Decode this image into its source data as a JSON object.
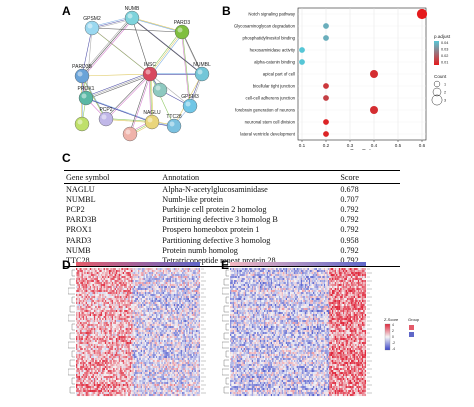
{
  "panels": {
    "a": "A",
    "b": "B",
    "c": "C",
    "d": "D",
    "e": "E"
  },
  "network": {
    "nodes": [
      {
        "label": "NUMB",
        "color": "#7ed3dc"
      },
      {
        "label": "GPSM2",
        "color": "#9ad8f0"
      },
      {
        "label": "PARD3",
        "color": "#7fbf3f"
      },
      {
        "label": "PARD3B",
        "color": "#6aa3d8"
      },
      {
        "label": "INSC",
        "color": "#d8485f"
      },
      {
        "label": "NUMBL",
        "color": "#73c6d8"
      },
      {
        "label": "PROX1",
        "color": "#5ab8a4"
      },
      {
        "label": "GPSM3",
        "color": "#70c6e6"
      },
      {
        "label": "PCP2",
        "color": "#c0b7e8"
      },
      {
        "label": "NAGLU",
        "color": "#e9d57b"
      },
      {
        "label": "TTC28",
        "color": "#7bc1e0"
      },
      {
        "label": "",
        "color": "#efb3aa"
      },
      {
        "label": "",
        "color": "#bfe06a"
      },
      {
        "label": "",
        "color": "#8ec9c0"
      }
    ],
    "edge_colors": [
      "#454545",
      "#d070c8",
      "#7cbf4a",
      "#d9c045",
      "#70a6e0",
      "#333399",
      "#a0a0a0"
    ]
  },
  "dotplot": {
    "terms": [
      "Notch signaling pathway",
      "Glycosaminoglycan degradation",
      "phosphatidylinositol binding",
      "hexosaminidase activity",
      "alpha-catenin binding",
      "apical part of cell",
      "bicellular tight junction",
      "cell-cell adherens junction",
      "forebrain generation of neurons",
      "neuronal stem cell division",
      "lateral ventricle development"
    ],
    "generatio": [
      0.6,
      0.2,
      0.2,
      0.1,
      0.1,
      0.4,
      0.2,
      0.2,
      0.4,
      0.2,
      0.2
    ],
    "count": [
      3,
      1,
      1,
      1,
      1,
      2,
      1,
      1,
      2,
      1,
      1
    ],
    "padj": [
      0.004,
      0.035,
      0.035,
      0.04,
      0.04,
      0.008,
      0.01,
      0.012,
      0.008,
      0.006,
      0.006
    ],
    "xlabel": "GeneRatio",
    "xticks": [
      "0.1",
      "0.2",
      "0.3",
      "0.4",
      "0.5",
      "0.6"
    ],
    "xlim": [
      0.1,
      0.6
    ],
    "legend_color_title": "p.adjust",
    "legend_color_ticks": [
      "0.04",
      "0.03",
      "0.02",
      "0.01"
    ],
    "legend_size_title": "Count",
    "legend_size_ticks": [
      "1",
      "2",
      "3"
    ],
    "color_low": "#e41a1c",
    "color_high": "#56c6d6"
  },
  "table": {
    "headers": {
      "symbol": "Gene symbol",
      "annotation": "Annotation",
      "score": "Score"
    },
    "rows": [
      {
        "symbol": "NAGLU",
        "annotation": "Alpha-N-acetylglucosaminidase",
        "score": "0.678"
      },
      {
        "symbol": "NUMBL",
        "annotation": "Numb-like protein",
        "score": "0.707"
      },
      {
        "symbol": "PCP2",
        "annotation": "Purkinje cell protein 2 homolog",
        "score": "0.792"
      },
      {
        "symbol": "PARD3B",
        "annotation": "Partitioning defective 3 homolog B",
        "score": "0.792"
      },
      {
        "symbol": "PROX1",
        "annotation": "Prospero homeobox protein 1",
        "score": "0.792"
      },
      {
        "symbol": "PARD3",
        "annotation": "Partitioning defective 3 homolog",
        "score": "0.958"
      },
      {
        "symbol": "NUMB",
        "annotation": "Protein numb homolog",
        "score": "0.792"
      },
      {
        "symbol": "TTC28",
        "annotation": "Tetratricopeptide repeat protein 28",
        "score": "0.792"
      }
    ]
  },
  "heatmaps": {
    "legend_zscore_title": "Z-Score",
    "legend_group_title": "Group",
    "legend_zscore_ticks": [
      "4",
      "2",
      "0",
      "-2",
      "-4"
    ],
    "group_colors": [
      "#e45b6a",
      "#5f67c8"
    ],
    "high_color": "#e0283c",
    "low_color": "#3c46c8",
    "mid_color": "#f4f4f6"
  }
}
